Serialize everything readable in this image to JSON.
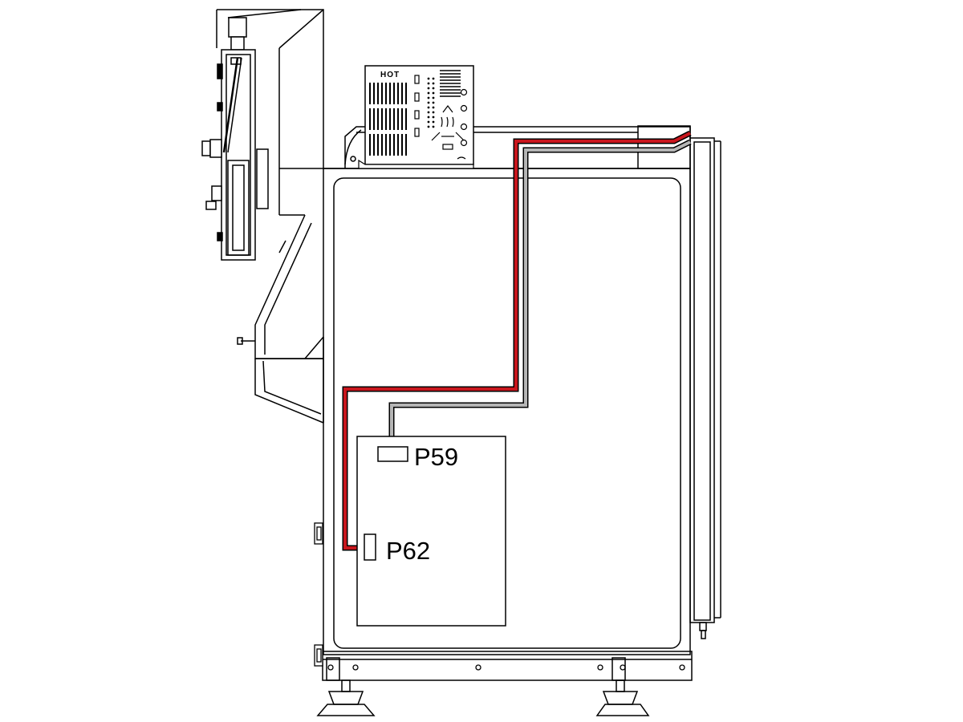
{
  "labels": {
    "connector_p59": "P59",
    "connector_p62": "P62",
    "hot_warning": "HOT"
  },
  "colors": {
    "cable_red": "#c8161d",
    "cable_gray": "#b5b5b5",
    "line": "#000000",
    "background": "#ffffff"
  },
  "icons": {
    "hot_panel": "hot-surface-warning-panel",
    "control_pendant": "control-pendant-icon",
    "leveling_feet": "leveling-foot-icon"
  }
}
